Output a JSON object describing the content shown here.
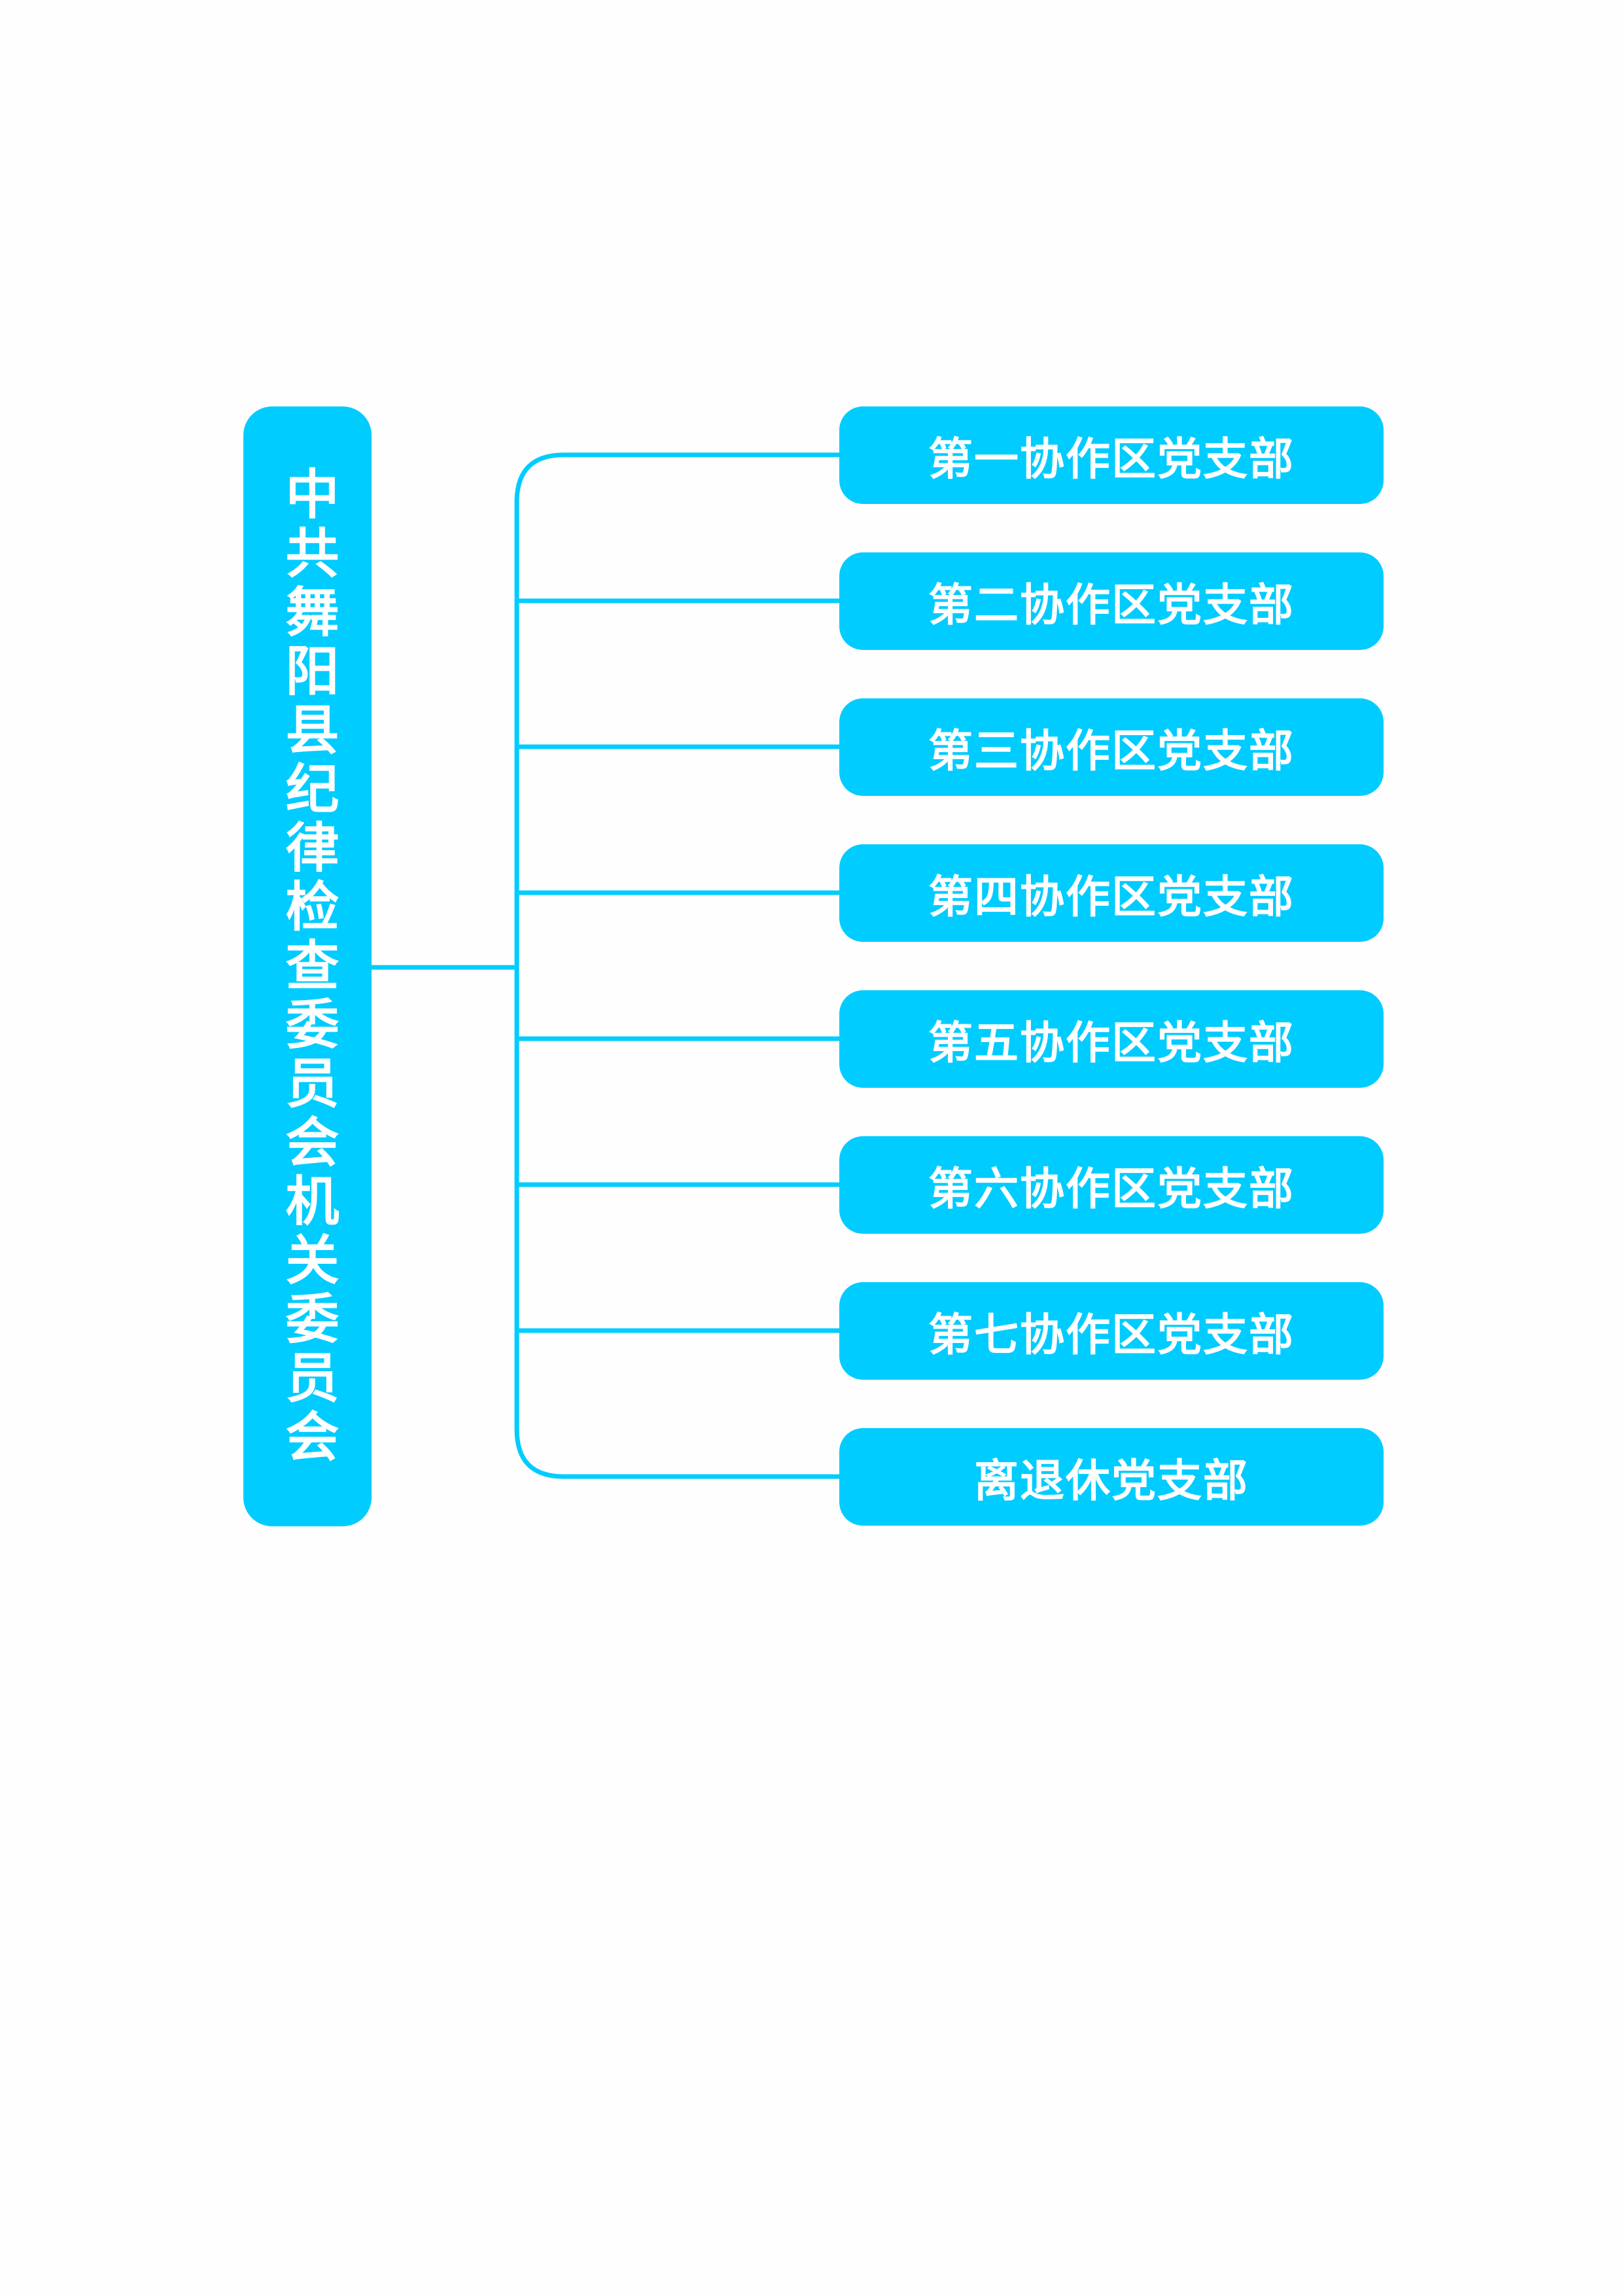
{
  "root": {
    "label": "中共舞阳县纪律检查委员会机关委员会"
  },
  "children": [
    {
      "label": "第一协作区党支部"
    },
    {
      "label": "第二协作区党支部"
    },
    {
      "label": "第三协作区党支部"
    },
    {
      "label": "第四协作区党支部"
    },
    {
      "label": "第五协作区党支部"
    },
    {
      "label": "第六协作区党支部"
    },
    {
      "label": "第七协作区党支部"
    },
    {
      "label": "离退休党支部"
    }
  ],
  "colors": {
    "accent": "#00ccff",
    "text": "#ffffff",
    "background": "#fefefe"
  }
}
